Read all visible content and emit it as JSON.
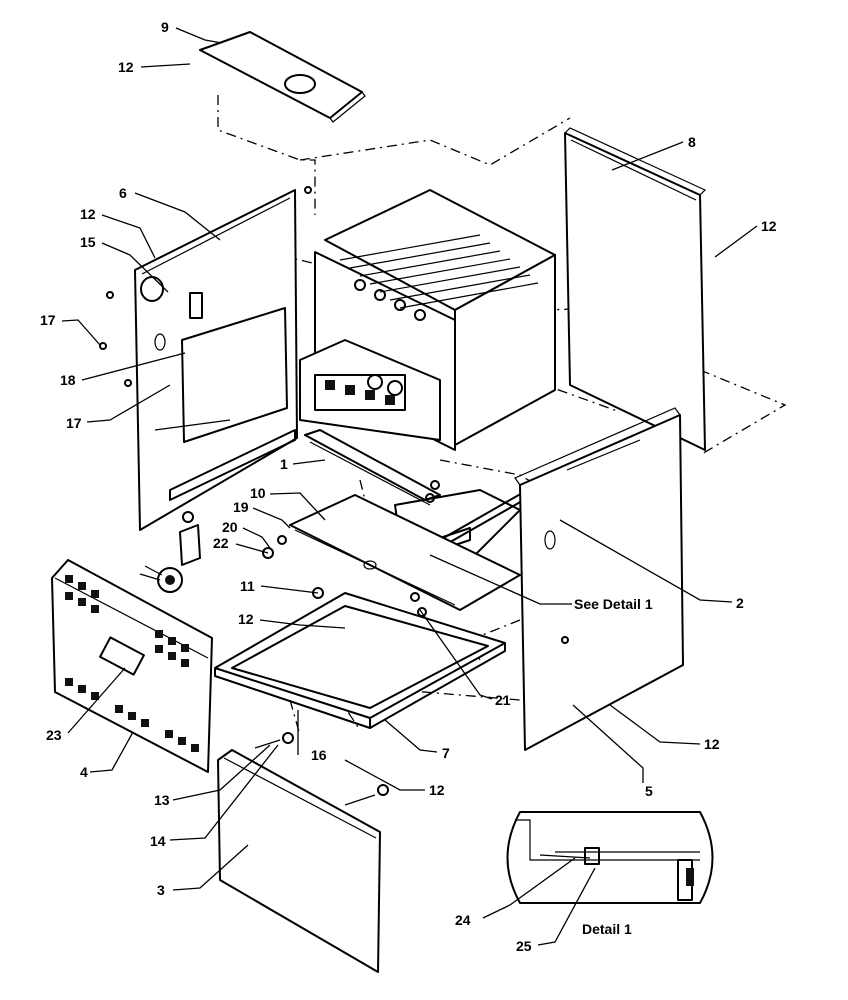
{
  "callouts": [
    {
      "id": "c9",
      "label": "9"
    },
    {
      "id": "c12a",
      "label": "12"
    },
    {
      "id": "c8",
      "label": "8"
    },
    {
      "id": "c12b",
      "label": "12"
    },
    {
      "id": "c6",
      "label": "6"
    },
    {
      "id": "c12c",
      "label": "12"
    },
    {
      "id": "c15",
      "label": "15"
    },
    {
      "id": "c17a",
      "label": "17"
    },
    {
      "id": "c18",
      "label": "18"
    },
    {
      "id": "c17b",
      "label": "17"
    },
    {
      "id": "c1",
      "label": "1"
    },
    {
      "id": "c10",
      "label": "10"
    },
    {
      "id": "c19",
      "label": "19"
    },
    {
      "id": "c20",
      "label": "20"
    },
    {
      "id": "c22",
      "label": "22"
    },
    {
      "id": "c11",
      "label": "11"
    },
    {
      "id": "c12d",
      "label": "12"
    },
    {
      "id": "c23",
      "label": "23"
    },
    {
      "id": "c4",
      "label": "4"
    },
    {
      "id": "c16",
      "label": "16"
    },
    {
      "id": "c13",
      "label": "13"
    },
    {
      "id": "c14",
      "label": "14"
    },
    {
      "id": "c12e",
      "label": "12"
    },
    {
      "id": "c3",
      "label": "3"
    },
    {
      "id": "c7",
      "label": "7"
    },
    {
      "id": "c21",
      "label": "21"
    },
    {
      "id": "c2",
      "label": "2"
    },
    {
      "id": "c5",
      "label": "5"
    },
    {
      "id": "c12f",
      "label": "12"
    },
    {
      "id": "c24",
      "label": "24"
    },
    {
      "id": "c25",
      "label": "25"
    }
  ],
  "see_detail_label": "See Detail 1",
  "detail_caption": "Detail 1"
}
